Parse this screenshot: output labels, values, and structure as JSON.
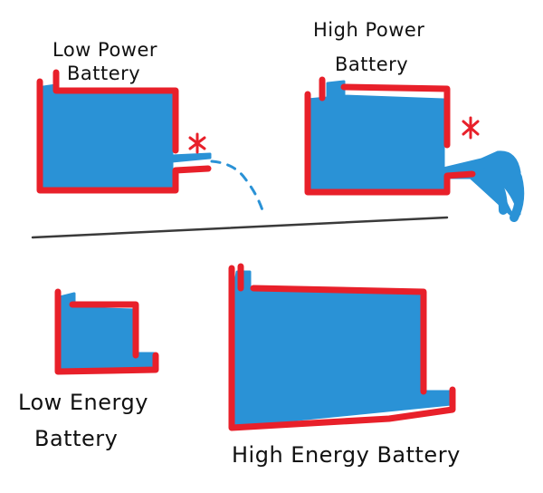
{
  "colors": {
    "tank_outline": "#e8202a",
    "water": "#2a92d6",
    "divider": "#3a3a3a",
    "valve": "#e8202a",
    "text": "#111111"
  },
  "batteries": [
    {
      "id": "low-power",
      "label_lines": [
        "Low Power",
        "Battery"
      ],
      "outflow": "dripping"
    },
    {
      "id": "high-power",
      "label_lines": [
        "High Power",
        "Battery"
      ],
      "outflow": "gushing"
    },
    {
      "id": "low-energy",
      "label_lines": [
        "Low Energy",
        "Battery"
      ]
    },
    {
      "id": "high-energy",
      "label_lines": [
        "High Energy Battery"
      ]
    }
  ]
}
